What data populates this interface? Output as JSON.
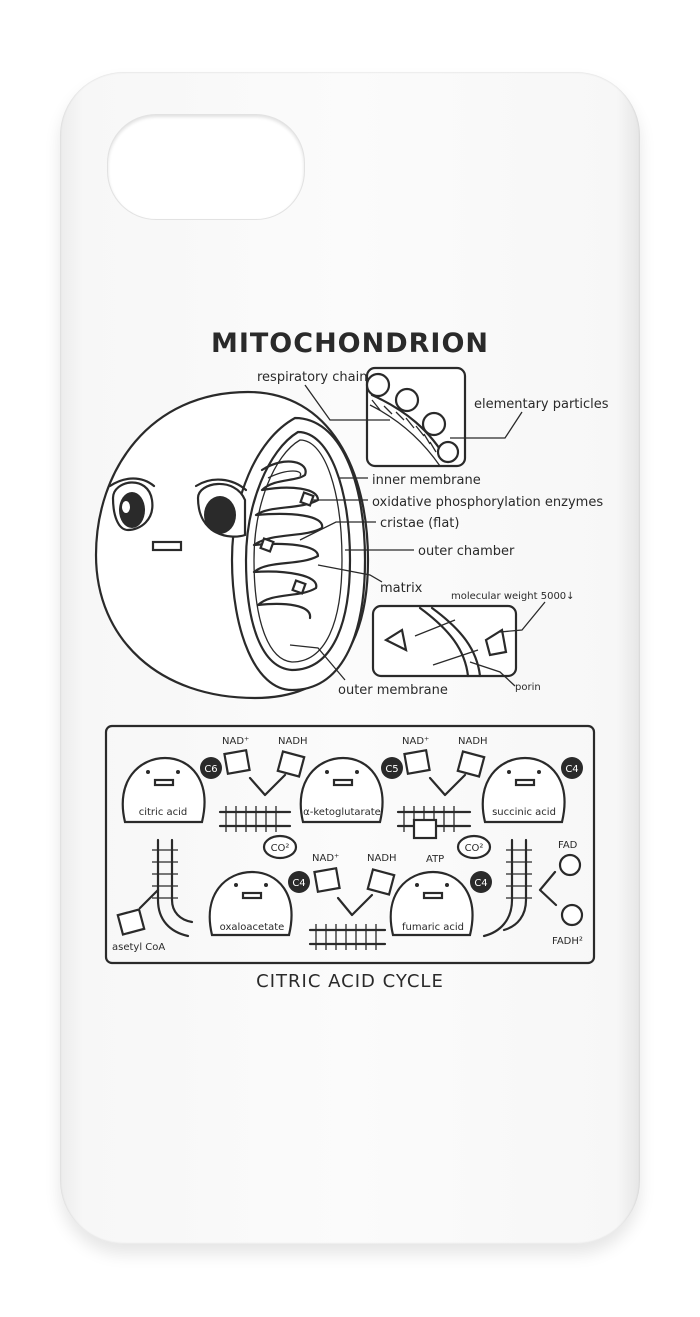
{
  "title": "MITOCHONDRION",
  "subtitle": "CITRIC ACID CYCLE",
  "labels": {
    "respiratory_chain": "respiratory chain",
    "elementary_particles": "elementary particles",
    "inner_membrane": "inner membrane",
    "oxidative": "oxidative phosphorylation enzymes",
    "cristae": "cristae (flat)",
    "outer_chamber": "outer chamber",
    "matrix": "matrix",
    "molecular_weight": "molecular weight 5000↓",
    "outer_membrane": "outer membrane",
    "porin": "porin"
  },
  "cycle": {
    "molecules": [
      {
        "name": "citric acid",
        "carbon": "C6"
      },
      {
        "name": "α-ketoglutarate",
        "carbon": "C5"
      },
      {
        "name": "succinic acid",
        "carbon": "C4"
      },
      {
        "name": "oxaloacetate",
        "carbon": "C4"
      },
      {
        "name": "fumaric acid",
        "carbon": "C4"
      }
    ],
    "nad": "NAD⁺",
    "nadh": "NADH",
    "co2": "CO²",
    "atp": "ATP",
    "fad": "FAD",
    "fadh": "FADH²",
    "acetyl": "asetyl CoA"
  },
  "colors": {
    "ink": "#2a2a2a",
    "case": "#f8f8f8"
  }
}
